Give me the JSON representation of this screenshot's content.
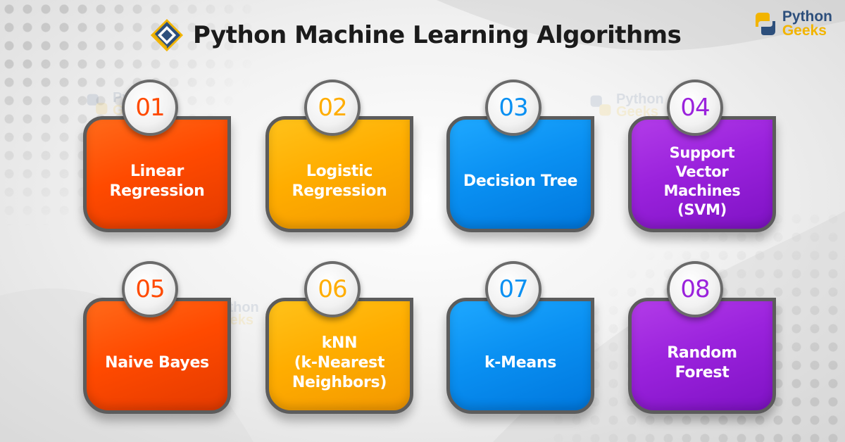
{
  "header": {
    "title": "Python Machine Learning Algorithms"
  },
  "brand": {
    "line1": "Python",
    "line2": "Geeks"
  },
  "colors": {
    "orange": "#ff4a00",
    "yellow": "#ffad00",
    "blue": "#0a90f2",
    "purple": "#9a22dc",
    "card_border": "#5c5c5c",
    "brand_blue": "#2d4f7c",
    "brand_yellow": "#f2b400"
  },
  "cards": [
    {
      "number": "01",
      "label_lines": [
        "Linear",
        "Regression"
      ],
      "color": "orange"
    },
    {
      "number": "02",
      "label_lines": [
        "Logistic",
        "Regression"
      ],
      "color": "yellow"
    },
    {
      "number": "03",
      "label_lines": [
        "Decision Tree"
      ],
      "color": "blue"
    },
    {
      "number": "04",
      "label_lines": [
        "Support",
        "Vector",
        "Machines",
        "(SVM)"
      ],
      "color": "purple"
    },
    {
      "number": "05",
      "label_lines": [
        "Naive Bayes"
      ],
      "color": "orange"
    },
    {
      "number": "06",
      "label_lines": [
        "kNN",
        "(k-Nearest",
        "Neighbors)"
      ],
      "color": "yellow"
    },
    {
      "number": "07",
      "label_lines": [
        "k-Means"
      ],
      "color": "blue"
    },
    {
      "number": "08",
      "label_lines": [
        "Random",
        "Forest"
      ],
      "color": "purple"
    }
  ]
}
